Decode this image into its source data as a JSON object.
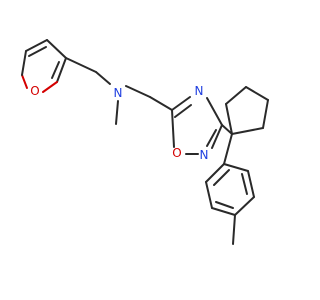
{
  "colors": {
    "background": "#ffffff",
    "bond": "#2a2a2a",
    "oxygen": "#d40000",
    "nitrogen": "#1f3fe0"
  },
  "atoms": {
    "furan_o": {
      "label": "O",
      "element": "oxygen"
    },
    "amine_n": {
      "label": "N",
      "element": "nitrogen"
    },
    "oxadiazole_n4": {
      "label": "N",
      "element": "nitrogen"
    },
    "oxadiazole_o1": {
      "label": "O",
      "element": "oxygen"
    },
    "oxadiazole_n2": {
      "label": "N",
      "element": "nitrogen"
    }
  }
}
